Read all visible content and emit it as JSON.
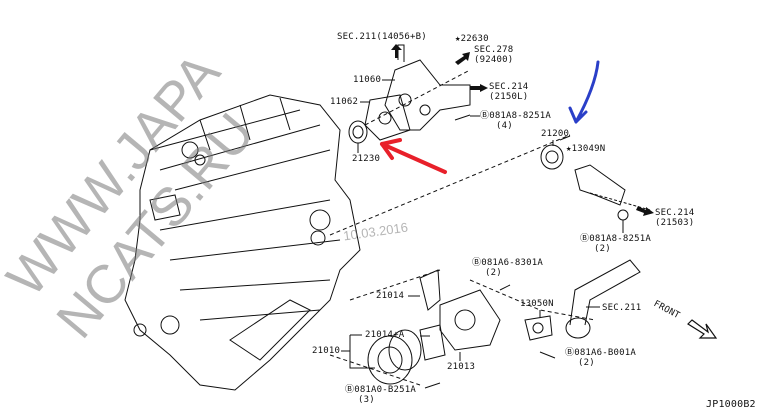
{
  "diagram": {
    "labels": {
      "sec211_top": "SEC.211(14056+B)",
      "p22630": "★22630",
      "sec278": "SEC.278",
      "sec278_ref": "(92400)",
      "p11060": "11060",
      "sec214_top": "SEC.214",
      "sec214_top_ref": "(2150L)",
      "p11062": "11062",
      "bolt_8251a_4": "Ⓑ081A8-8251A",
      "bolt_8251a_4_qty": "(4)",
      "p21230": "21230",
      "p21200": "21200",
      "p13049n": "★13049N",
      "sec214_right": "SEC.214",
      "sec214_right_ref": "(21503)",
      "bolt_8251a_2": "Ⓑ081A8-8251A",
      "bolt_8251a_2_qty": "(2)",
      "bolt_8301a": "Ⓑ081A6-8301A",
      "bolt_8301a_qty": "(2)",
      "p21014": "21014",
      "p13050n": "13050N",
      "sec211_right": "SEC.211",
      "front": "FRONT",
      "p21014a": "21014+A",
      "p21010": "21010",
      "bolt_b001a": "Ⓑ081A6-B001A",
      "bolt_b001a_qty": "(2)",
      "p21013": "21013",
      "bolt_b251a": "Ⓑ081A0-B251A",
      "bolt_b251a_qty": "(3)",
      "diagram_code": "JP1000B2"
    },
    "watermark": "WWW.JAPANCATS.RU",
    "date_stamp": "10.03.2016",
    "colors": {
      "red_arrow": "#e8202a",
      "blue_mark": "#2a3fc8",
      "line": "#111111"
    }
  }
}
